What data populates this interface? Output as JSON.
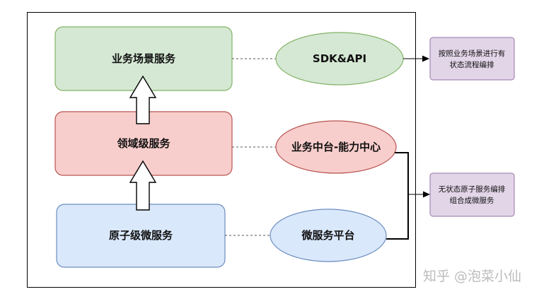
{
  "layers": {
    "business_scenario": "业务场景服务",
    "domain": "领域级服务",
    "atomic": "原子级微服务"
  },
  "platforms": {
    "sdk_api": "SDK&API",
    "middle_platform": "业务中台-能力中心",
    "microservice_platform": "微服务平台"
  },
  "notes": {
    "orchestration": [
      "按照业务场景进行有",
      "状态流程编排"
    ],
    "composition": [
      "无状态原子服务编排",
      "组合成微服务"
    ]
  },
  "watermark": "知乎 @泡菜小仙",
  "colors": {
    "green_fill": "#d5e8d4",
    "green_stroke": "#82b366",
    "red_fill": "#f8cecc",
    "red_stroke": "#b85450",
    "blue_fill": "#dae8fc",
    "blue_stroke": "#6c8ebf",
    "purple_fill": "#e1d5e7",
    "purple_stroke": "#9673a6"
  }
}
